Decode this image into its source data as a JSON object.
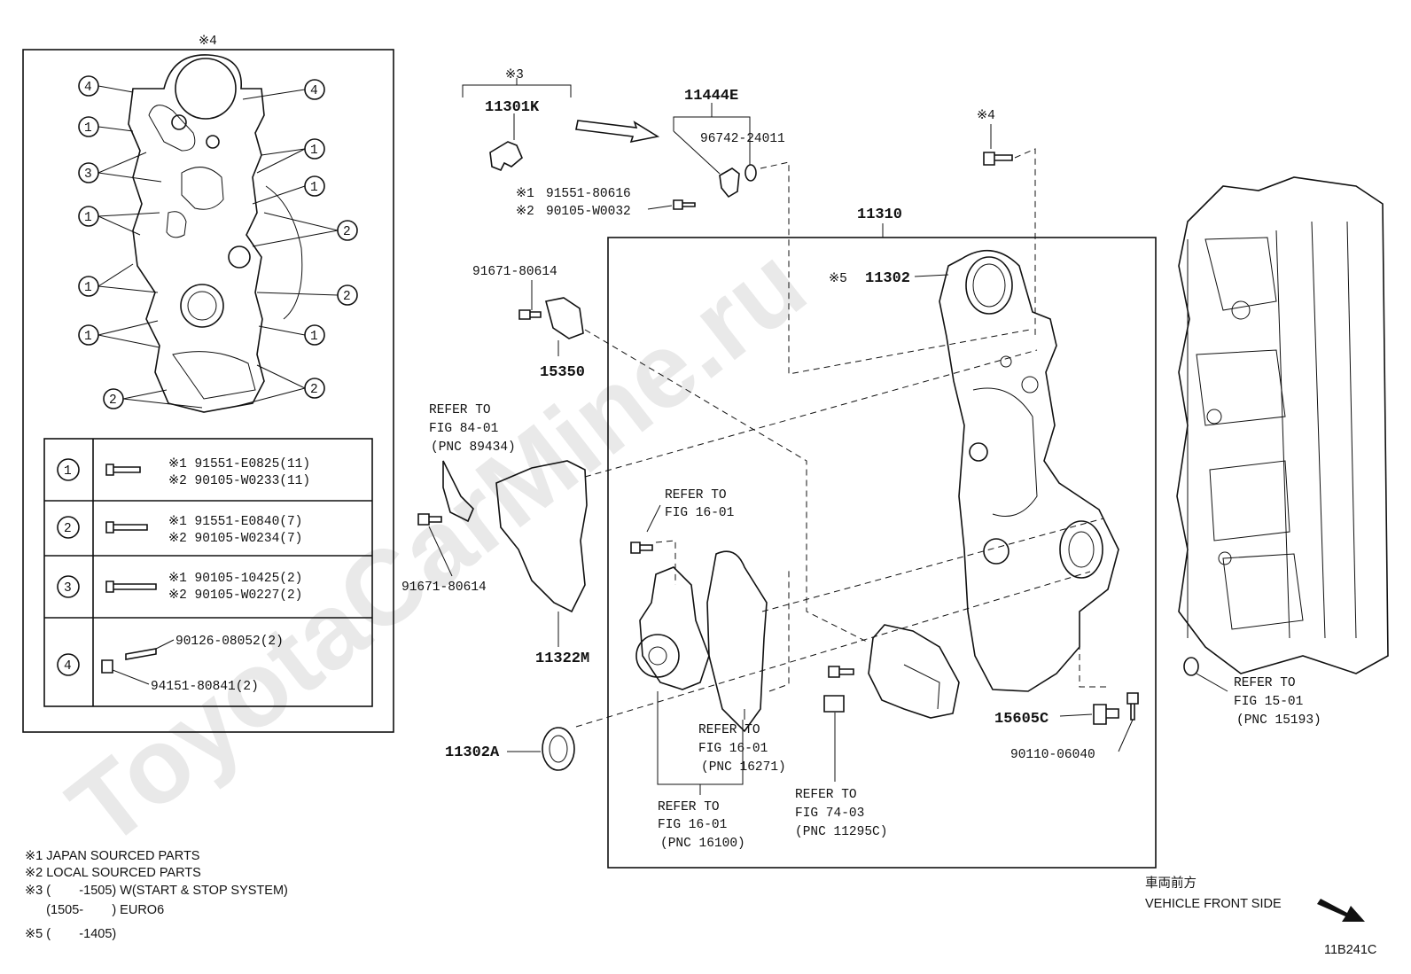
{
  "watermark": "ToyotaCarMine.ru",
  "marks": {
    "m4": "※4",
    "m3": "※3",
    "m5": "※5",
    "m1": "※1",
    "m2": "※2"
  },
  "parts": {
    "p11301K": "11301K",
    "p11444E": "11444E",
    "p96742": "96742-24011",
    "p91551_80616": "91551-80616",
    "p90105_W0032": "90105-W0032",
    "p11310": "11310",
    "p11302": "11302",
    "p91671_top": "91671-80614",
    "p15350": "15350",
    "p91671_bot": "91671-80614",
    "p11322M": "11322M",
    "p11302A": "11302A",
    "p15605C": "15605C",
    "p90110": "90110-06040"
  },
  "refer": {
    "r84": [
      "REFER TO",
      "FIG 84-01",
      "(PNC 89434)"
    ],
    "r16a": [
      "REFER TO",
      "FIG 16-01"
    ],
    "r16b": [
      "REFER TO",
      "FIG 16-01",
      "(PNC 16271)"
    ],
    "r16c": [
      "REFER TO",
      "FIG 16-01",
      "(PNC 16100)"
    ],
    "r74": [
      "REFER TO",
      "FIG 74-03",
      "(PNC 11295C)"
    ],
    "r15": [
      "REFER TO",
      "FIG 15-01",
      "(PNC 15193)"
    ]
  },
  "inset_callouts": {
    "left": [
      "4",
      "1",
      "3",
      "1",
      "1",
      "1",
      "2"
    ],
    "right": [
      "4",
      "1",
      "1",
      "2",
      "2",
      "1",
      "2"
    ]
  },
  "bolt_table": [
    {
      "num": "1",
      "a": "※1 91551-E0825(11)",
      "b": "※2 90105-W0233(11)"
    },
    {
      "num": "2",
      "a": "※1 91551-E0840(7)",
      "b": "※2 90105-W0234(7)"
    },
    {
      "num": "3",
      "a": "※1 90105-10425(2)",
      "b": "※2 90105-W0227(2)"
    },
    {
      "num": "4",
      "a": "90126-08052(2)",
      "b": "94151-80841(2)"
    }
  ],
  "footnotes": [
    "※1 JAPAN SOURCED PARTS",
    "※2 LOCAL SOURCED PARTS",
    "※3 (        -1505) W(START & STOP SYSTEM)",
    "      (1505-        ) EURO6",
    "※5 (        -1405)"
  ],
  "front_side": {
    "jp": "車両前方",
    "en": "VEHICLE FRONT SIDE"
  },
  "diagram_code": "11B241C"
}
